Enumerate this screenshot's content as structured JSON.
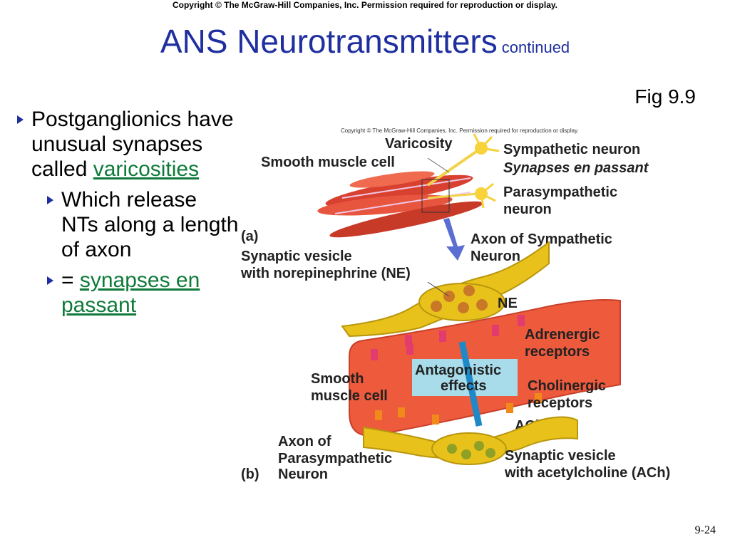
{
  "header": {
    "copyright": "Copyright © The McGraw-Hill Companies, Inc. Permission required for reproduction or display.",
    "title": "ANS Neurotransmitters",
    "title_suffix": "continued"
  },
  "fig_ref": "Fig 9.9",
  "bullets": {
    "main_text": "Postganglionics have unusual synapses called",
    "main_link": "varicosities",
    "sub1": "Which release NTs along a length of axon",
    "sub2_prefix": "= ",
    "sub2_link": "synapses en passant"
  },
  "figure": {
    "copyright": "Copyright © The McGraw-Hill Companies, Inc. Permission required for reproduction or display.",
    "varicosity": "Varicosity",
    "smooth_muscle_cell_top": "Smooth muscle cell",
    "sympathetic_neuron": "Sympathetic neuron",
    "synapses_en_passant": "Synapses en passant",
    "parasympathetic_1": "Parasympathetic",
    "parasympathetic_2": "neuron",
    "panel_a": "(a)",
    "axon_symp_1": "Axon of Sympathetic",
    "axon_symp_2": "Neuron",
    "vesicle_ne_1": "Synaptic vesicle",
    "vesicle_ne_2": "with norepinephrine (NE)",
    "ne": "NE",
    "adrenergic_1": "Adrenergic",
    "adrenergic_2": "receptors",
    "antagonistic_1": "Antagonistic",
    "antagonistic_2": "effects",
    "smooth_1": "Smooth",
    "smooth_2": "muscle cell",
    "cholinergic_1": "Cholinergic",
    "cholinergic_2": "receptors",
    "ach": "ACh",
    "axon_para_1": "Axon of",
    "axon_para_2": "Parasympathetic",
    "axon_para_3": "Neuron",
    "panel_b": "(b)",
    "vesicle_ach_1": "Synaptic vesicle",
    "vesicle_ach_2": "with acetylcholine (ACh)"
  },
  "page_number": "9-24",
  "colors": {
    "title": "#1f2f9f",
    "link": "#0f7a3a",
    "axon": "#e8c21a",
    "muscle": "#ee5a3c",
    "receptor": "#e23c6e",
    "antagonistic_box": "#a9dcea"
  }
}
